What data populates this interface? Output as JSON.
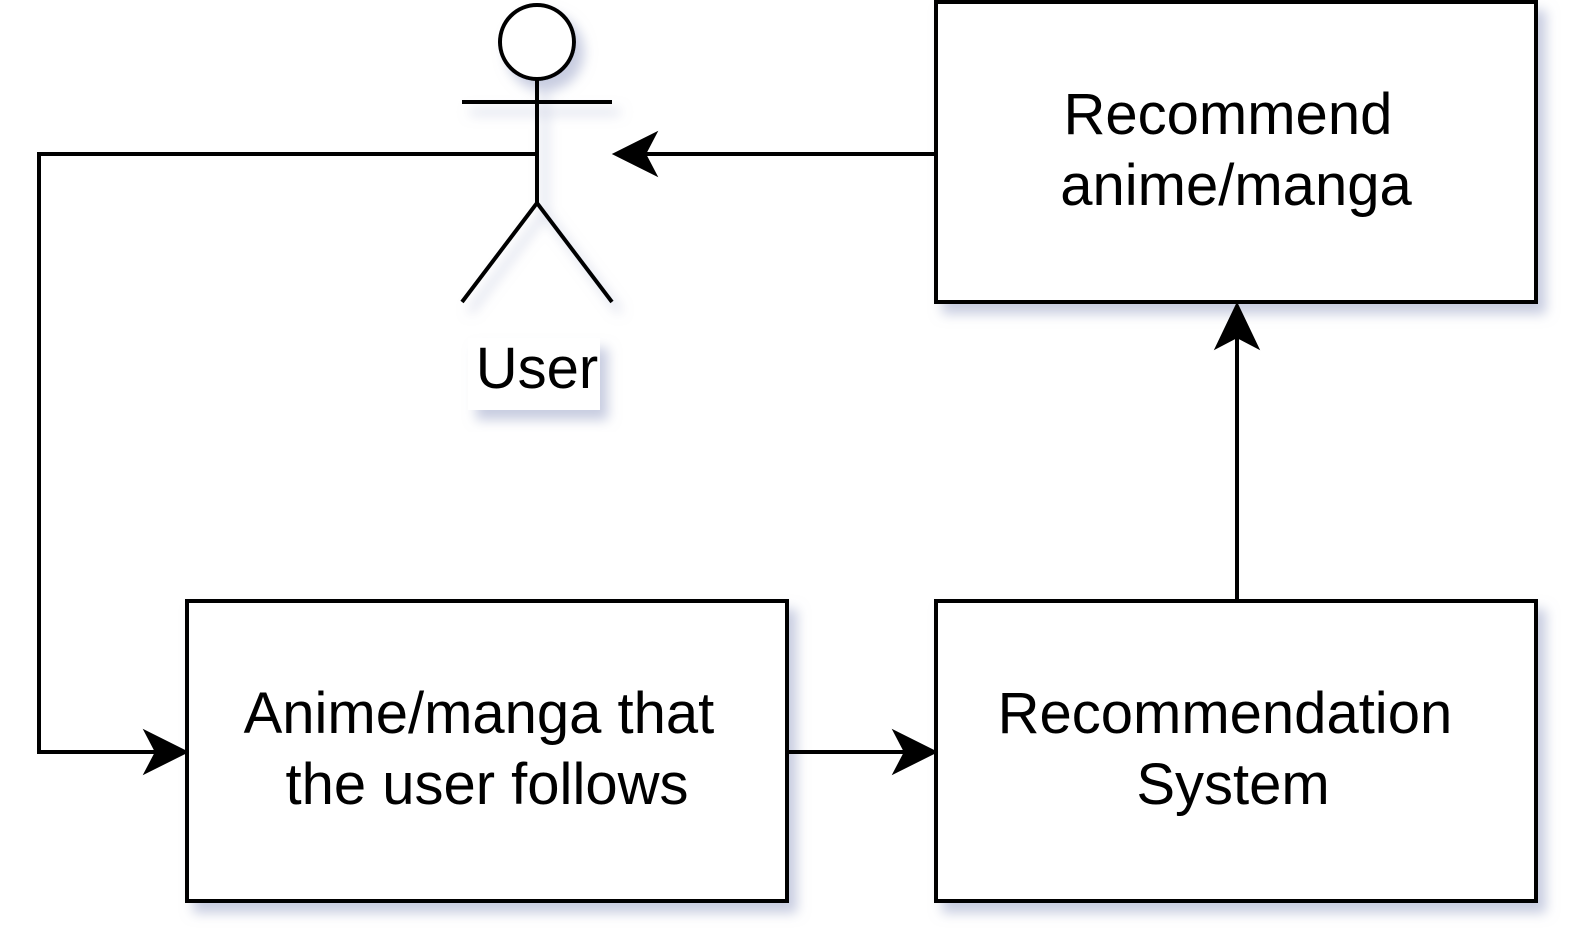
{
  "diagram": {
    "actor": {
      "label": "User",
      "icon": "stick-figure-actor"
    },
    "nodes": {
      "recommend": {
        "line1": "Recommend",
        "line2": "anime/manga"
      },
      "follows": {
        "line1": "Anime/manga that",
        "line2": "the user follows"
      },
      "system": {
        "line1": "Recommendation",
        "line2": "System"
      }
    },
    "edges": [
      {
        "from": "actor",
        "to": "follows"
      },
      {
        "from": "follows",
        "to": "system"
      },
      {
        "from": "system",
        "to": "recommend"
      },
      {
        "from": "recommend",
        "to": "actor"
      }
    ],
    "colors": {
      "stroke": "#000000",
      "fill": "#ffffff",
      "shadow": "#9aa3c7"
    }
  }
}
